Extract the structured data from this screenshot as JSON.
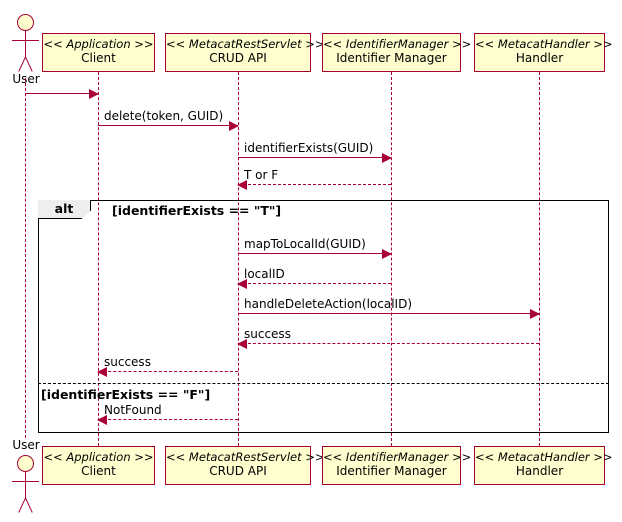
{
  "diagram": {
    "type": "uml-sequence-diagram",
    "colors": {
      "participant_fill": "#FEFECE",
      "participant_border": "#A80036",
      "message_line": "#A80036",
      "frame_border": "#000000",
      "frame_tab_fill": "#EEEEEE",
      "background": "#FFFFFF"
    }
  },
  "actor": {
    "name": "user-actor",
    "label": "User"
  },
  "participants": [
    {
      "stereotype": "<< Application >>",
      "name": "Client"
    },
    {
      "stereotype": "<< MetacatRestServlet >>",
      "name": "CRUD API"
    },
    {
      "stereotype": "<< IdentifierManager >>",
      "name": "Identifier Manager"
    },
    {
      "stereotype": "<< MetacatHandler >>",
      "name": "Handler"
    }
  ],
  "messages": [
    {
      "label": "",
      "from": "User",
      "to": "Client",
      "style": "solid",
      "direction": "right"
    },
    {
      "label": "delete(token, GUID)",
      "from": "Client",
      "to": "CRUD API",
      "style": "solid",
      "direction": "right"
    },
    {
      "label": "identifierExists(GUID)",
      "from": "CRUD API",
      "to": "Identifier Manager",
      "style": "solid",
      "direction": "right"
    },
    {
      "label": "T or F",
      "from": "Identifier Manager",
      "to": "CRUD API",
      "style": "dashed",
      "direction": "left"
    },
    {
      "label": "mapToLocalId(GUID)",
      "from": "CRUD API",
      "to": "Identifier Manager",
      "style": "solid",
      "direction": "right"
    },
    {
      "label": "localID",
      "from": "Identifier Manager",
      "to": "CRUD API",
      "style": "dashed",
      "direction": "left"
    },
    {
      "label": "handleDeleteAction(localID)",
      "from": "CRUD API",
      "to": "Handler",
      "style": "solid",
      "direction": "right"
    },
    {
      "label": "success",
      "from": "Handler",
      "to": "CRUD API",
      "style": "dashed",
      "direction": "left"
    },
    {
      "label": "success",
      "from": "CRUD API",
      "to": "Client",
      "style": "dashed",
      "direction": "left"
    },
    {
      "label": "NotFound",
      "from": "CRUD API",
      "to": "Client",
      "style": "dashed",
      "direction": "left"
    }
  ],
  "fragment": {
    "operator": "alt",
    "guards": [
      "[identifierExists == \"T\"]",
      "[identifierExists == \"F\"]"
    ]
  }
}
